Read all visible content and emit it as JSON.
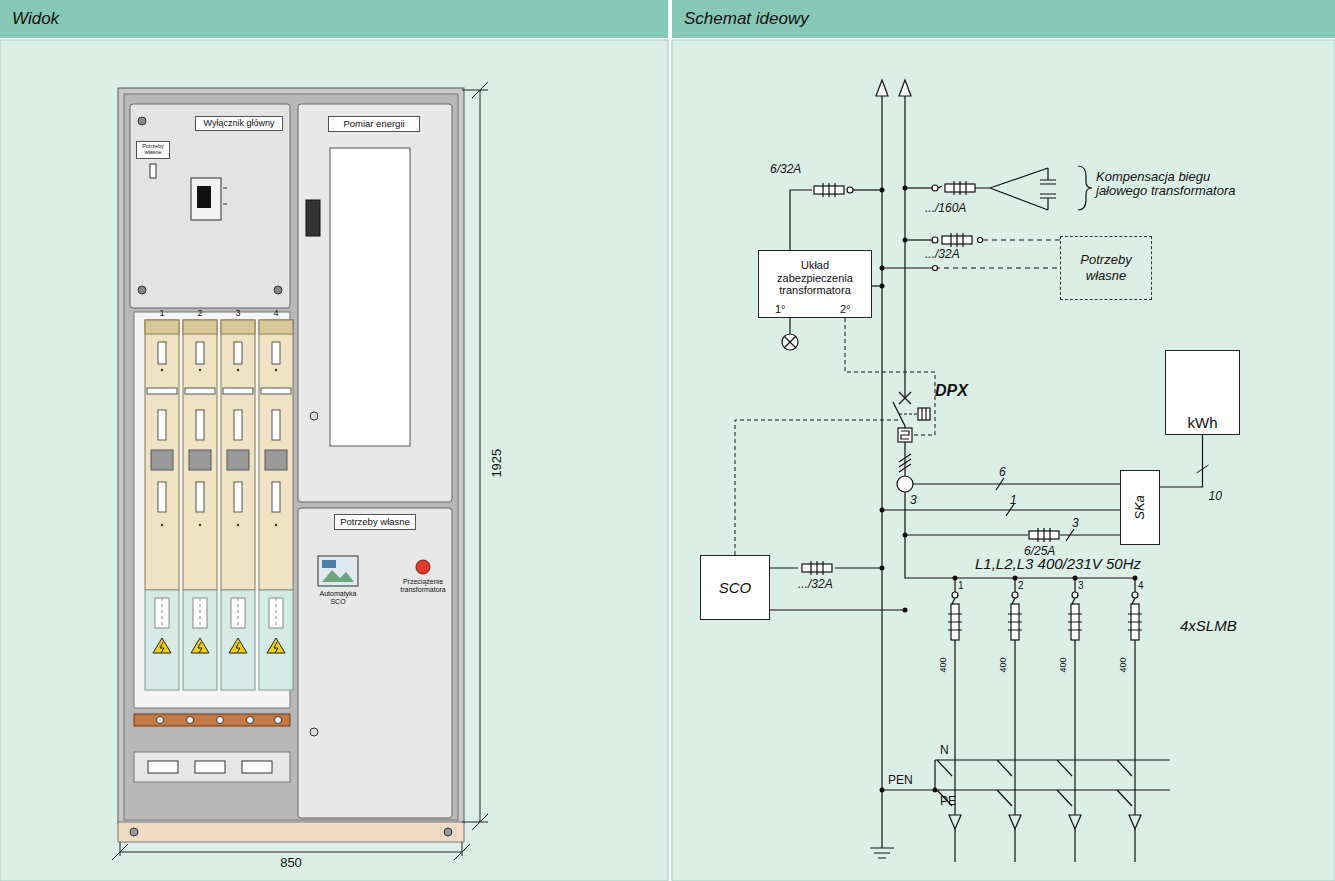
{
  "diagram": {
    "nodes": [
      {
        "text": [
          "Widok"
        ]
      },
      {
        "text": [
          "Schemat ideowy"
        ]
      },
      {
        "text": [
          "Wyłącznik główny"
        ]
      },
      {
        "text": [
          "Potrzeby własne"
        ]
      },
      {
        "text": [
          "Pomiar energii"
        ]
      },
      {
        "text": [
          "Potrzeby własne"
        ]
      },
      {
        "text": [
          "Potrzeby własne"
        ]
      },
      {
        "text": [
          "Układ zabezpieczenia transformatora"
        ]
      },
      {
        "text": [
          "kWh"
        ]
      },
      {
        "text": [
          "SKa"
        ]
      },
      {
        "text": [
          "SCO"
        ]
      }
    ],
    "edges": [
      {
        "from": 9,
        "to": 8,
        "arrow": "none",
        "label": "10"
      }
    ],
    "labels": [
      "1",
      "2",
      "3",
      "4",
      "Automatyka SCO",
      "Przeciążenie transformatora",
      "1925",
      "850",
      "6/32A",
      ".../160A",
      "Kompensacja biegu jałowego transformatora",
      ".../32A",
      "1°",
      "2°",
      "DPX",
      "3",
      "6",
      "1",
      "3",
      "6/25A",
      ".../32A",
      "L1,L2,L3 400/231V 50Hz",
      "1",
      "2",
      "3",
      "4",
      "4xSLMB",
      "400",
      "400",
      "400",
      "400",
      "N",
      "PE",
      "PEN"
    ]
  }
}
